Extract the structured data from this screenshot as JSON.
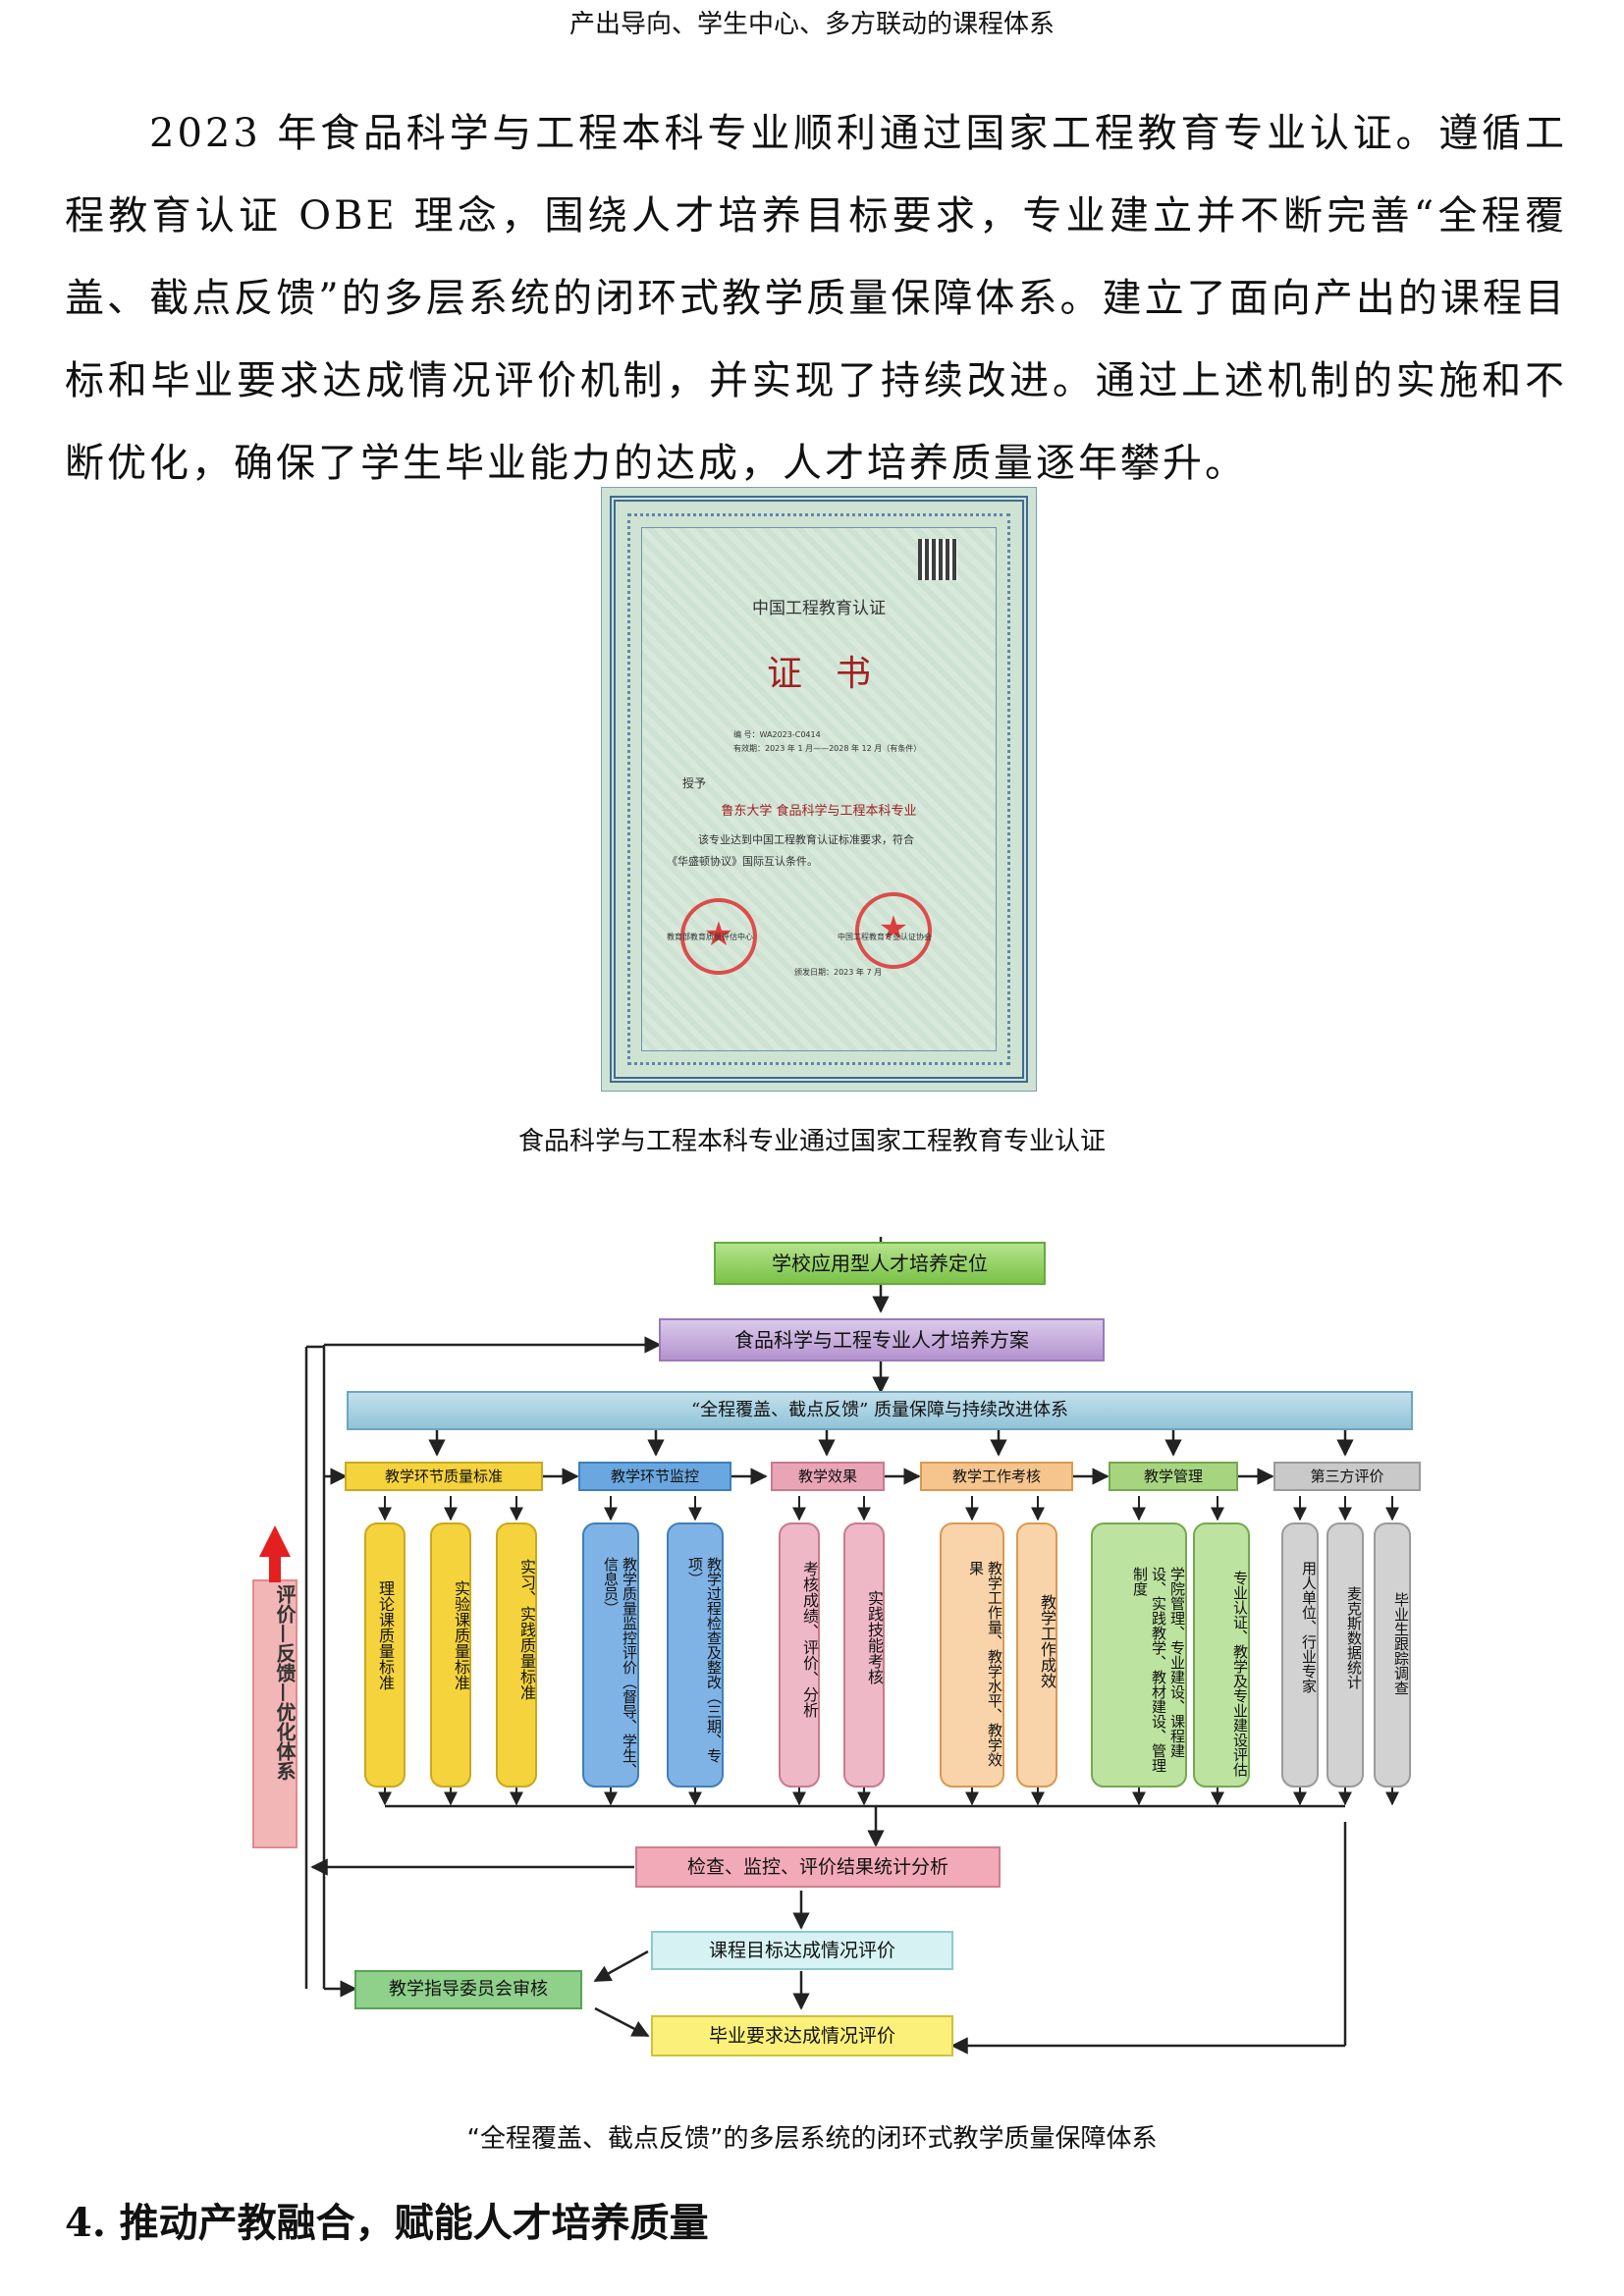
{
  "header": "产出导向、学生中心、多方联动的课程体系",
  "paragraph": "2023 年食品科学与工程本科专业顺利通过国家工程教育专业认证。遵循工程教育认证 OBE 理念，围绕人才培养目标要求，专业建立并不断完善“全程覆盖、截点反馈”的多层系统的闭环式教学质量保障体系。建立了面向产出的课程目标和毕业要求达成情况评价机制，并实现了持续改进。通过上述机制的实施和不断优化，确保了学生毕业能力的达成，人才培养质量逐年攀升。",
  "certificate": {
    "org": "中国工程教育认证",
    "title": "证书",
    "number": "编 号：WA2023-C0414",
    "validity": "有效期：2023 年 1 月——2028 年 12 月（有条件）",
    "grant": "授予",
    "recipient": "鲁东大学   食品科学与工程本科专业",
    "body_line1": "该专业达到中国工程教育认证标准要求，符合",
    "body_line2": "《华盛顿协议》国际互认条件。",
    "sign_left": "教育部教育质量评估中心",
    "sign_right": "中国工程教育专业认证协会",
    "date": "颁发日期：2023 年 7 月"
  },
  "caption1": "食品科学与工程本科专业通过国家工程教育专业认证",
  "flow": {
    "top1": "学校应用型人才培养定位",
    "top2": "食品科学与工程专业人才培养方案",
    "system": "“全程覆盖、截点反馈” 质量保障与持续改进体系",
    "side": "评价—反馈—优化体系",
    "categories": [
      "教学环节质量标准",
      "教学环节监控",
      "教学效果",
      "教学工作考核",
      "教学管理",
      "第三方评价"
    ],
    "items": [
      "理论课质量标准",
      "实验课质量标准",
      "实习、实践质量标准",
      "教学质量监控评价（督导、学生、信息员）",
      "教学过程检查及整改（三期、专项）",
      "考核成绩、评价、分析",
      "实践技能考核",
      "教学工作量、教学水平、教学效果",
      "教学工作成效",
      "学院管理、专业建设、课程建设、实践教学、教材建设、管理制度",
      "专业认证、教学及专业建设评估",
      "用人单位、行业专家",
      "麦克斯数据统计",
      "毕业生跟踪调查"
    ],
    "analysis": "检查、监控、评价结果统计分析",
    "course_eval": "课程目标达成情况评价",
    "grad_eval": "毕业要求达成情况评价",
    "committee": "教学指导委员会审核"
  },
  "caption2": "“全程覆盖、截点反馈”的多层系统的闭环式教学质量保障体系",
  "section_heading": "4. 推动产教融合，赋能人才培养质量"
}
